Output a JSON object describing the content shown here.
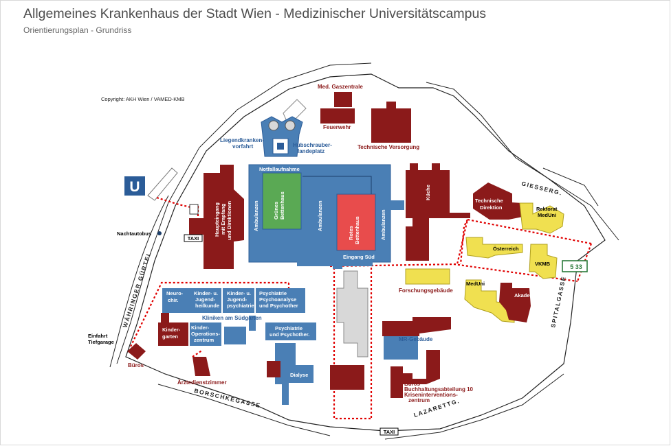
{
  "header": {
    "title": "Allgemeines Krankenhaus der Stadt Wien - Medizinischer Universitätscampus",
    "subtitle": "Orientierungsplan - Grundriss"
  },
  "copyright": "Copyright: AKH Wien / VAMED-KMB",
  "colors": {
    "building_red": "#8b1a1a",
    "building_blue": "#4a7fb5",
    "building_green": "#5aa954",
    "building_light_red": "#e84c4c",
    "building_yellow": "#f0e050",
    "building_grey": "#d8d8d8",
    "path_red": "#e00000"
  },
  "icons": {
    "ubahn_letter": "U",
    "taxi": "TAXI",
    "bus_numbers": "5 33",
    "helipad_icon": "helipad-icon",
    "bus_stop_icon": "bus-stop-icon"
  },
  "streets": {
    "waehringer": "WÄHRINGER GÜRTEL",
    "borschke": "BORSCHKEGASSE",
    "lazarett": "LAZARETTG.",
    "giesser": "GIESSERG.",
    "spital": "SPITALGASSE"
  },
  "labels": {
    "med_gaszentrale": "Med. Gaszentrale",
    "feuerwehr": "Feuerwehr",
    "technische_versorgung": "Technische Versorgung",
    "liegend_1": "Liegendkranken-",
    "liegend_2": "vorfahrt",
    "hubschrauber_1": "Hubschrauber-",
    "hubschrauber_2": "landeplatz",
    "notfallaufnahme": "Notfallaufnahme",
    "ambulanzen": "Ambulanzen",
    "gruenes_1": "Grünes",
    "gruenes_2": "Bettenhaus",
    "rotes_1": "Rotes",
    "rotes_2": "Bettenhaus",
    "eingang_sued": "Eingang Süd",
    "kueche": "Küche",
    "technische_direktion_1": "Technische",
    "technische_direktion_2": "Direktion",
    "rektorat_1": "Rektorat",
    "rektorat_2": "MedUni",
    "oesterreich": "Österreich",
    "vkmb": "VKMB",
    "meduni": "MedUni",
    "akademie": "Akademie",
    "forschungsgebaeude": "Forschungsgebäude",
    "haupteingang_1": "Haupteingang",
    "haupteingang_2": "mit Empfang",
    "haupteingang_3": "und Direktionen",
    "nachtautobus": "Nachtautobus",
    "neurochir_1": "Neuro-",
    "neurochir_2": "chir.",
    "kinder_jugend_1": "Kinder- u.",
    "kinder_jugend_2": "Jugend-",
    "kinder_jugend_3": "heilkunde",
    "kinder_psych_1": "Kinder- u.",
    "kinder_psych_2": "Jugend-",
    "kinder_psych_3": "psychiatrie",
    "psychiatrie_1": "Psychiatrie",
    "psychiatrie_2": "Psychoanalyse",
    "psychiatrie_3": "und Psychother",
    "kliniken_sued": "Kliniken am Südgarten",
    "kindergarten_1": "Kinder-",
    "kindergarten_2": "garten",
    "kinder_op_1": "Kinder-",
    "kinder_op_2": "Operations-",
    "kinder_op_3": "zentrum",
    "psych_psychother_1": "Psychiatrie",
    "psych_psychother_2": "und Psychother.",
    "einfahrt_1": "Einfahrt",
    "einfahrt_2": "Tiefgarage",
    "bueros": "Büros",
    "aerztedienstzimmer": "Ärztedienstzimmer",
    "dialyse": "Dialyse",
    "mr_gebaeude": "MR-Gebäude",
    "buchhaltung_1": "Büros",
    "buchhaltung_2": "Buchhaltungsabteilung 10",
    "buchhaltung_3": "Kriseninterventions-",
    "buchhaltung_4": "zentrum"
  }
}
